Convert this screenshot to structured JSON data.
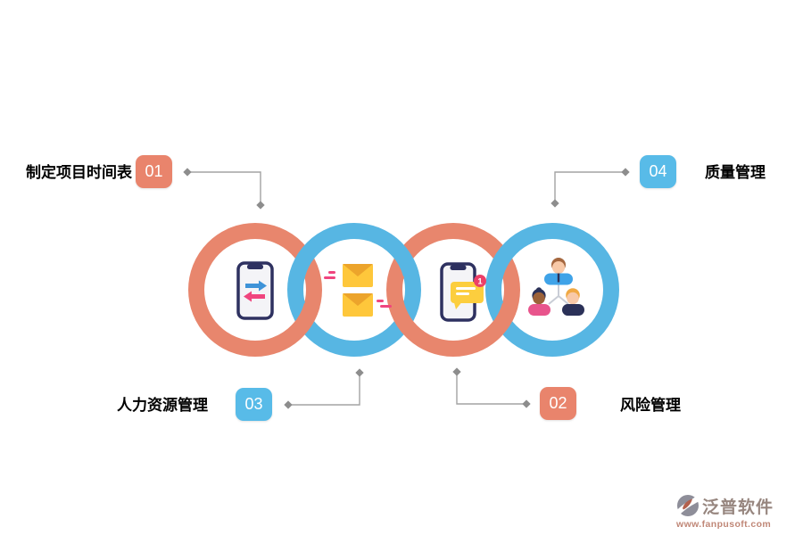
{
  "steps": [
    {
      "num": "01",
      "label": "制定项目时间表",
      "badge_color": "#E9846C",
      "position": "top-left"
    },
    {
      "num": "02",
      "label": "风险管理",
      "badge_color": "#E9846C",
      "position": "bottom-right"
    },
    {
      "num": "03",
      "label": "人力资源管理",
      "badge_color": "#58BBE8",
      "position": "bottom-left"
    },
    {
      "num": "04",
      "label": "质量管理",
      "badge_color": "#58BBE8",
      "position": "top-right"
    }
  ],
  "rings": {
    "salmon_color": "#E8866D",
    "blue_color": "#57B6E3",
    "icons": [
      "phone-data-transfer",
      "email-messages",
      "phone-chat-notification",
      "team-org-chart"
    ]
  },
  "phone_notification_count": "1",
  "logo": {
    "title": "泛普软件",
    "url": "www.fanpusoft.com"
  }
}
